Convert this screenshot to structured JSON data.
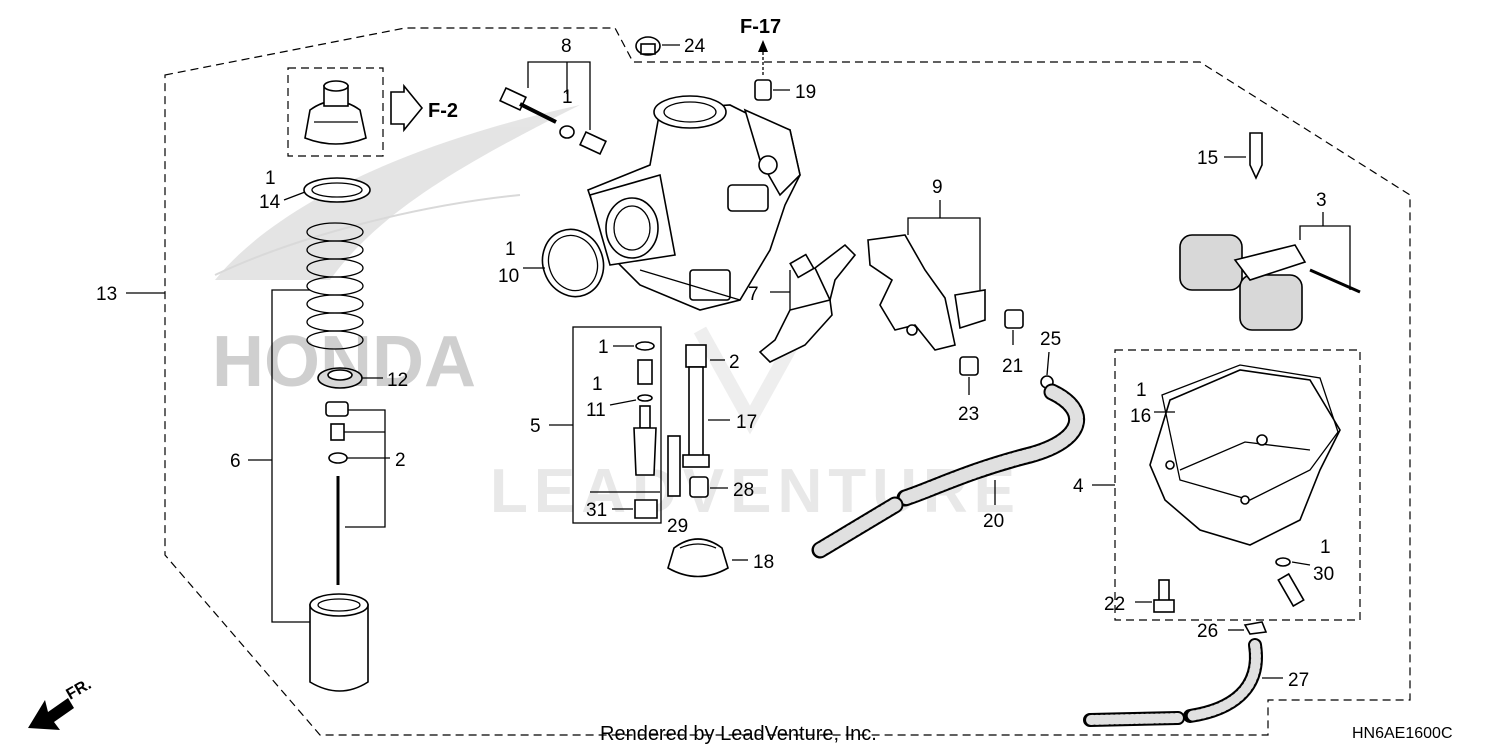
{
  "diagram": {
    "code": "HN6AE1600C",
    "footer": "Rendered by LeadVenture, Inc.",
    "watermark_brand": "HONDA",
    "watermark_dealer": "LEADVENTURE",
    "direction": "FR.",
    "refs": {
      "f2": "F-2",
      "f17": "F-17"
    },
    "callouts": {
      "c13": "13",
      "c6": "6",
      "c14_qty": "1",
      "c14": "14",
      "c12": "12",
      "c2a": "2",
      "c8": "8",
      "c8_qty": "1",
      "c24": "24",
      "c19": "19",
      "c10_qty": "1",
      "c10": "10",
      "c7": "7",
      "c9": "9",
      "c21": "21",
      "c23": "23",
      "c25": "25",
      "c20": "20",
      "c5": "5",
      "c1a": "1",
      "c11_qty": "1",
      "c11": "11",
      "c2b": "2",
      "c17": "17",
      "c28": "28",
      "c31": "31",
      "c29": "29",
      "c18": "18",
      "c15": "15",
      "c3": "3",
      "c4": "4",
      "c16_qty": "1",
      "c16": "16",
      "c30_qty": "1",
      "c30": "30",
      "c22": "22",
      "c26": "26",
      "c27": "27"
    }
  }
}
